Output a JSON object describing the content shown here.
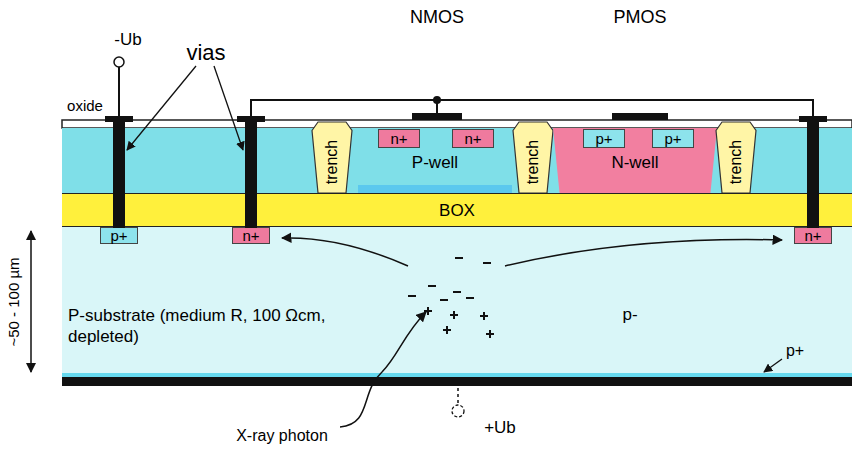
{
  "diagram": {
    "nodes": [
      {
        "text": [
          "trench"
        ]
      },
      {
        "text": [
          "P-well"
        ]
      },
      {
        "text": [
          "n+"
        ],
        "in": 1
      },
      {
        "text": [
          "n+"
        ],
        "in": 1
      },
      {
        "text": [
          "trench"
        ]
      },
      {
        "text": [
          "N-well"
        ]
      },
      {
        "text": [
          "p+"
        ],
        "in": 5
      },
      {
        "text": [
          "p+"
        ],
        "in": 5
      },
      {
        "text": [
          "trench"
        ]
      },
      {
        "text": [
          "BOX"
        ]
      },
      {
        "text": [
          "P-substrate (medium R, 100 Ωcm, depleted)",
          "p-"
        ]
      },
      {
        "text": [
          "p+"
        ],
        "in": 10
      },
      {
        "text": [
          "n+"
        ],
        "in": 10
      },
      {
        "text": [
          "n+"
        ],
        "in": 10
      }
    ],
    "edges": [
      {
        "from": 12,
        "to": 13,
        "arrow": "none"
      }
    ],
    "labels": [
      "-Ub",
      "oxide",
      "vias",
      "NMOS",
      "PMOS",
      "~50 - 100 µm",
      "p+",
      "X-ray photon",
      "+Ub"
    ]
  }
}
